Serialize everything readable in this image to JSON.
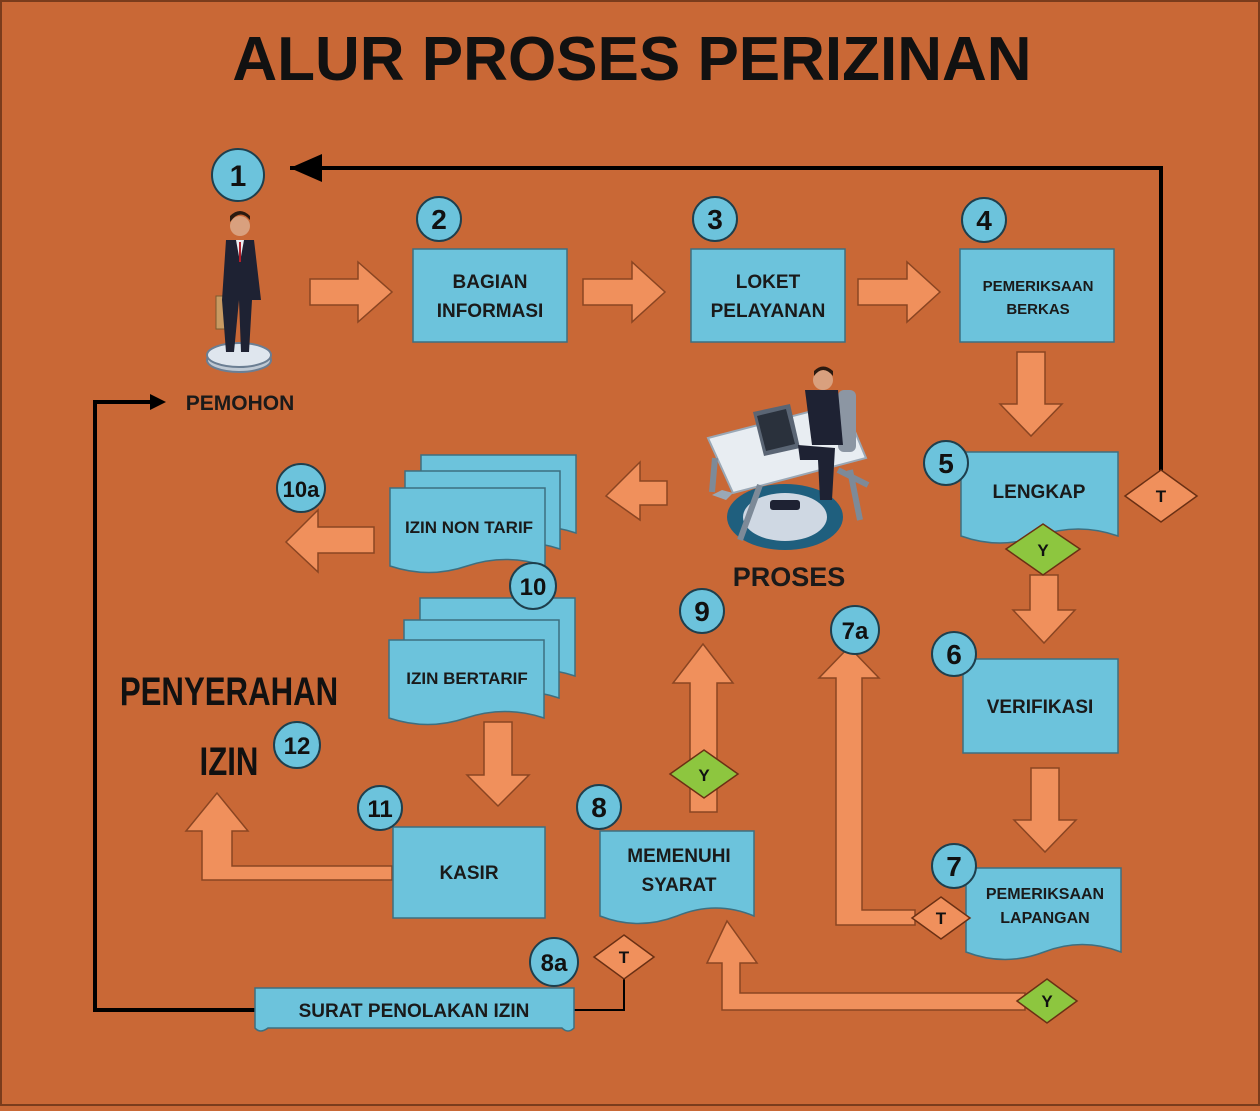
{
  "title": "ALUR PROSES PERIZINAN",
  "colors": {
    "background": "#c96836",
    "box_fill": "#6cc3dc",
    "arrow_fill": "#f0905c",
    "badge_fill": "#6cc3dc",
    "diamond_yes": "#8dc63f",
    "diamond_no": "#f0905c",
    "text": "#111111"
  },
  "labels": {
    "pemohon": "PEMOHON",
    "proses": "PROSES",
    "penyerahan_line1": "PENYERAHAN",
    "penyerahan_line2": "IZIN",
    "box_bagian_1": "BAGIAN",
    "box_bagian_2": "INFORMASI",
    "box_loket_1": "LOKET",
    "box_loket_2": "PELAYANAN",
    "box_pemeriksaan_1": "PEMERIKSAAN",
    "box_pemeriksaan_2": "BERKAS",
    "box_lengkap": "LENGKAP",
    "box_verifikasi": "VERIFIKASI",
    "box_lapangan_1": "PEMERIKSAAN",
    "box_lapangan_2": "LAPANGAN",
    "box_memenuhi_1": "MEMENUHI",
    "box_memenuhi_2": "SYARAT",
    "box_kasir": "KASIR",
    "box_izin_bertarif": "IZIN BERTARIF",
    "box_izin_non_tarif": "IZIN NON TARIF",
    "box_surat": "SURAT PENOLAKAN IZIN"
  },
  "badges": {
    "b1": "1",
    "b2": "2",
    "b3": "3",
    "b4": "4",
    "b5": "5",
    "b6": "6",
    "b7": "7",
    "b7a": "7a",
    "b8": "8",
    "b8a": "8a",
    "b9": "9",
    "b10": "10",
    "b10a": "10a",
    "b11": "11",
    "b12": "12"
  },
  "decisions": {
    "yes": "Y",
    "no": "T"
  }
}
